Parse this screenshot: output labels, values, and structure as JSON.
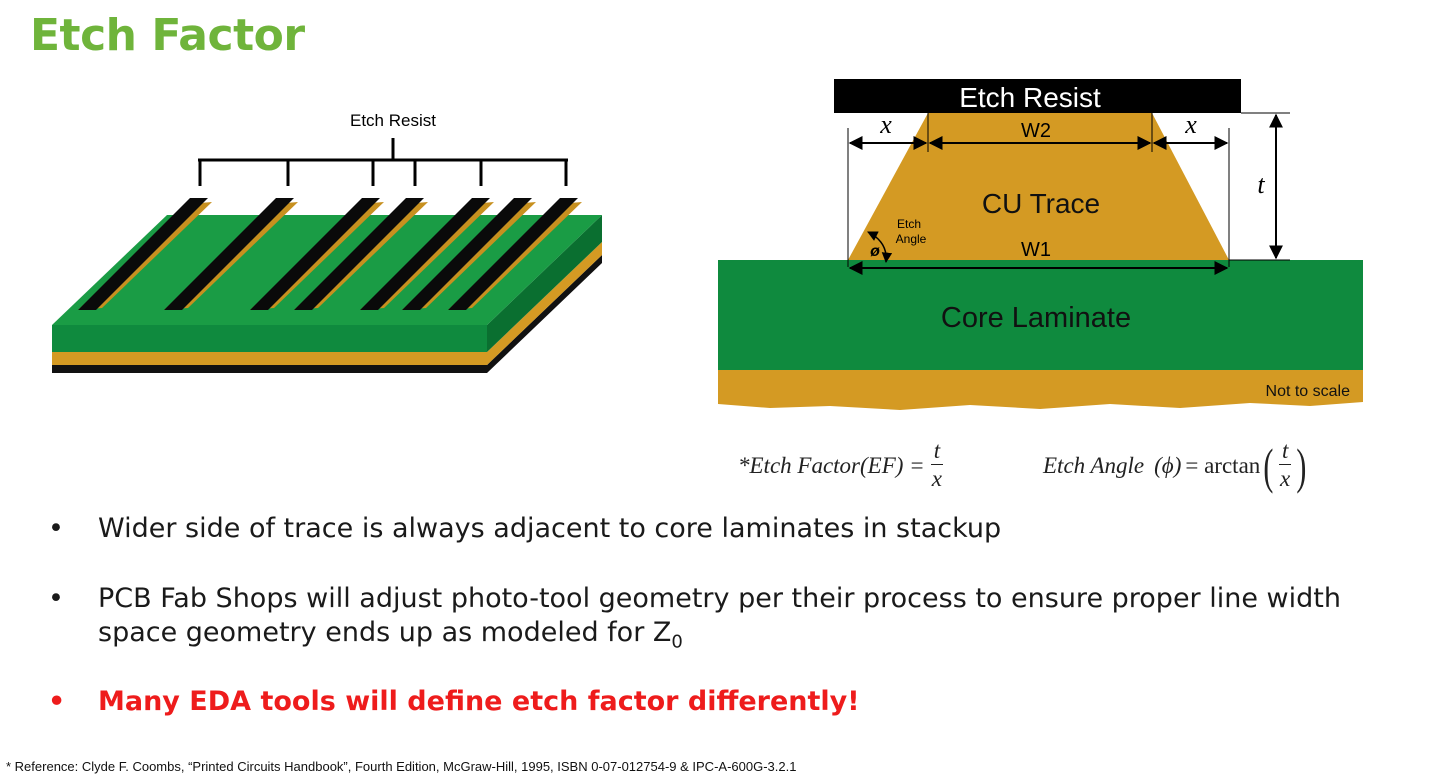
{
  "title": "Etch Factor",
  "left_diagram": {
    "label": "Etch Resist"
  },
  "right_diagram": {
    "etch_resist": "Etch Resist",
    "cu_trace": "CU Trace",
    "core_laminate": "Core Laminate",
    "not_to_scale": "Not to scale",
    "w1": "W1",
    "w2": "W2",
    "x_left": "x",
    "x_right": "x",
    "t": "t",
    "etch_angle_line1": "Etch",
    "etch_angle_line2": "Angle",
    "phi": "ø"
  },
  "formulas": {
    "etch_factor_lhs": "*Etch Factor(EF) =",
    "etch_factor_num": "t",
    "etch_factor_den": "x",
    "etch_angle_lhs": "Etch Angle",
    "etch_angle_phi": "(ϕ)",
    "etch_angle_eq": "= arctan",
    "etch_angle_num": "t",
    "etch_angle_den": "x"
  },
  "bullets": [
    {
      "text": "Wider side of trace is always adjacent to core laminates in stackup"
    },
    {
      "text": "PCB Fab Shops will adjust photo-tool geometry per their process to ensure proper line width space geometry ends up as modeled for Z",
      "sub": "0"
    },
    {
      "text": "Many EDA tools will define etch factor differently!"
    }
  ],
  "bullet_glyph": "•",
  "reference": "* Reference: Clyde F. Coombs, “Printed Circuits Handbook”, Fourth Edition, McGraw-Hill, 1995, ISBN 0-07-012754-9 & IPC-A-600G-3.2.1",
  "colors": {
    "title_green": "#6fb43b",
    "laminate_green": "#0f8a3e",
    "copper": "#d49a23",
    "red_text": "#ee1c1c"
  }
}
